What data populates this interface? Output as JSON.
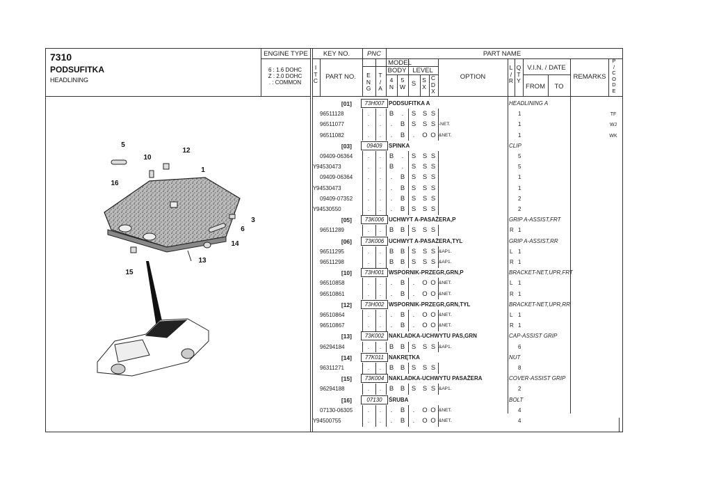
{
  "header": {
    "code": "7310",
    "title": "PODSUFITKA",
    "subtitle": "HEADLINING",
    "engine_type_label": "ENGINE TYPE",
    "engine_types": [
      "6 : 1.6 DOHC",
      "Z : 2.0 DOHC",
      ". : COMMON"
    ]
  },
  "columns": {
    "key_no": "KEY NO.",
    "pnc": "PNC",
    "part_name": "PART NAME",
    "itc": [
      "I",
      "T",
      "C"
    ],
    "part_no": "PART NO.",
    "model": "MODEL",
    "eng": [
      "E",
      "N",
      "G"
    ],
    "ta": [
      "T",
      "/",
      "A"
    ],
    "body": "BODY",
    "level": "LEVEL",
    "n4": [
      "4",
      "N"
    ],
    "w5": [
      "5",
      "W"
    ],
    "s": "S",
    "sx": [
      "S",
      "X"
    ],
    "cdx": [
      "C",
      "D",
      "X"
    ],
    "option": "OPTION",
    "lr": [
      "L",
      "/",
      "R"
    ],
    "qty": [
      "Q",
      "T",
      "Y"
    ],
    "vin_date": "V.I.N. / DATE",
    "from": "FROM",
    "to": "TO",
    "remarks": "REMARKS",
    "pcode": [
      "P",
      "/",
      "C",
      "O",
      "D",
      "E"
    ]
  },
  "rows": [
    {
      "type": "group",
      "key": "[01]",
      "pnc": "73H007",
      "name": "PODSUFITKA A",
      "english": "HEADLINING A"
    },
    {
      "type": "part",
      "itc": "",
      "part_no": "96511128",
      "eng": ".",
      "ta": ".",
      "n4": "B",
      "w5": ".",
      "s": "S",
      "sx": "S",
      "cdx": "S",
      "option": "",
      "lr": "",
      "qty": "1",
      "pcode": "TF"
    },
    {
      "type": "part",
      "itc": "",
      "part_no": "96511077",
      "eng": ".",
      "ta": ".",
      "n4": ".",
      "w5": "B",
      "s": "S",
      "sx": "S",
      "cdx": "S",
      "option": "-NET.",
      "lr": "",
      "qty": "1",
      "pcode": "WJ"
    },
    {
      "type": "part",
      "itc": "",
      "part_no": "96511082",
      "eng": ".",
      "ta": ".",
      "n4": ".",
      "w5": "B",
      "s": ".",
      "sx": "O",
      "cdx": "O",
      "option": "&NET.",
      "lr": "",
      "qty": "1",
      "pcode": "WK"
    },
    {
      "type": "group",
      "key": "[03]",
      "pnc": "09409",
      "name": "SPINKA",
      "english": "CLIP"
    },
    {
      "type": "part",
      "itc": "",
      "part_no": "09409-06364",
      "eng": ".",
      "ta": ".",
      "n4": "B",
      "w5": ".",
      "s": "S",
      "sx": "S",
      "cdx": "S",
      "option": "",
      "lr": "",
      "qty": "5",
      "pcode": ""
    },
    {
      "type": "part",
      "itc": "Y",
      "part_no": "94530473",
      "eng": ".",
      "ta": ".",
      "n4": "B",
      "w5": ".",
      "s": "S",
      "sx": "S",
      "cdx": "S",
      "option": "",
      "lr": "",
      "qty": "5",
      "pcode": ""
    },
    {
      "type": "part",
      "itc": "",
      "part_no": "09409-06364",
      "eng": ".",
      "ta": ".",
      "n4": ".",
      "w5": "B",
      "s": "S",
      "sx": "S",
      "cdx": "S",
      "option": "",
      "lr": "",
      "qty": "1",
      "pcode": ""
    },
    {
      "type": "part",
      "itc": "Y",
      "part_no": "94530473",
      "eng": ".",
      "ta": ".",
      "n4": ".",
      "w5": "B",
      "s": "S",
      "sx": "S",
      "cdx": "S",
      "option": "",
      "lr": "",
      "qty": "1",
      "pcode": ""
    },
    {
      "type": "part",
      "itc": "",
      "part_no": "09409-07352",
      "eng": ".",
      "ta": ".",
      "n4": ".",
      "w5": "B",
      "s": "S",
      "sx": "S",
      "cdx": "S",
      "option": "",
      "lr": "",
      "qty": "2",
      "pcode": ""
    },
    {
      "type": "part",
      "itc": "Y",
      "part_no": "94530550",
      "eng": ".",
      "ta": ".",
      "n4": ".",
      "w5": "B",
      "s": "S",
      "sx": "S",
      "cdx": "S",
      "option": "",
      "lr": "",
      "qty": "2",
      "pcode": ""
    },
    {
      "type": "group",
      "key": "[05]",
      "pnc": "73K006",
      "name": "UCHWYT A-PASAŻERA,P",
      "english": "GRIP A-ASSIST,FRT"
    },
    {
      "type": "part",
      "itc": "",
      "part_no": "96511289",
      "eng": ".",
      "ta": ".",
      "n4": "B",
      "w5": "B",
      "s": "S",
      "sx": "S",
      "cdx": "S",
      "option": "",
      "lr": "R",
      "qty": "1",
      "pcode": ""
    },
    {
      "type": "group",
      "key": "[06]",
      "pnc": "73K006",
      "name": "UCHWYT A-PASAŻERA,TYL",
      "english": "GRIP A-ASSIST,RR"
    },
    {
      "type": "part",
      "itc": "",
      "part_no": "96511295",
      "eng": ".",
      "ta": ".",
      "n4": "B",
      "w5": "B",
      "s": "S",
      "sx": "S",
      "cdx": "S",
      "option": "&AP1.",
      "lr": "L",
      "qty": "1",
      "pcode": ""
    },
    {
      "type": "part",
      "itc": "",
      "part_no": "96511298",
      "eng": ".",
      "ta": ".",
      "n4": "B",
      "w5": "B",
      "s": "S",
      "sx": "S",
      "cdx": "S",
      "option": "&AP1.",
      "lr": "R",
      "qty": "1",
      "pcode": ""
    },
    {
      "type": "group",
      "key": "[10]",
      "pnc": "73H001",
      "name": "WSPORNIK-PRZEGR,GRN,P",
      "english": "BRACKET-NET,UPR,FRT"
    },
    {
      "type": "part",
      "itc": "",
      "part_no": "96510858",
      "eng": ".",
      "ta": ".",
      "n4": ".",
      "w5": "B",
      "s": ".",
      "sx": "O",
      "cdx": "O",
      "option": "&NET.",
      "lr": "L",
      "qty": "1",
      "pcode": ""
    },
    {
      "type": "part",
      "itc": "",
      "part_no": "96510861",
      "eng": ".",
      "ta": ".",
      "n4": ".",
      "w5": "B",
      "s": ".",
      "sx": "O",
      "cdx": "O",
      "option": "&NET.",
      "lr": "R",
      "qty": "1",
      "pcode": ""
    },
    {
      "type": "group",
      "key": "[12]",
      "pnc": "73H002",
      "name": "WSPORNIK-PRZEGR,GRN,TYL",
      "english": "BRACKET-NET,UPR,RR"
    },
    {
      "type": "part",
      "itc": "",
      "part_no": "96510864",
      "eng": ".",
      "ta": ".",
      "n4": ".",
      "w5": "B",
      "s": ".",
      "sx": "O",
      "cdx": "O",
      "option": "&NET.",
      "lr": "L",
      "qty": "1",
      "pcode": ""
    },
    {
      "type": "part",
      "itc": "",
      "part_no": "96510867",
      "eng": ".",
      "ta": ".",
      "n4": ".",
      "w5": "B",
      "s": ".",
      "sx": "O",
      "cdx": "O",
      "option": "&NET.",
      "lr": "R",
      "qty": "1",
      "pcode": ""
    },
    {
      "type": "group",
      "key": "[13]",
      "pnc": "73K002",
      "name": "NAKLADKA-UCHWYTU PAS,GRN",
      "english": "CAP-ASSIST GRIP"
    },
    {
      "type": "part",
      "itc": "",
      "part_no": "96294184",
      "eng": ".",
      "ta": ".",
      "n4": "B",
      "w5": "B",
      "s": "S",
      "sx": "S",
      "cdx": "S",
      "option": "&AP1.",
      "lr": "",
      "qty": "6",
      "pcode": ""
    },
    {
      "type": "group",
      "key": "[14]",
      "pnc": "77K011",
      "name": "NAKRĘTKA",
      "english": "NUT"
    },
    {
      "type": "part",
      "itc": "",
      "part_no": "96311271",
      "eng": ".",
      "ta": ".",
      "n4": "B",
      "w5": "B",
      "s": "S",
      "sx": "S",
      "cdx": "S",
      "option": "",
      "lr": "",
      "qty": "8",
      "pcode": ""
    },
    {
      "type": "group",
      "key": "[15]",
      "pnc": "73K004",
      "name": "NAKLADKA-UCHWYTU PASAŻERA",
      "english": "COVER-ASSIST GRIP"
    },
    {
      "type": "part",
      "itc": "",
      "part_no": "96294188",
      "eng": ".",
      "ta": ".",
      "n4": "B",
      "w5": "B",
      "s": "S",
      "sx": "S",
      "cdx": "S",
      "option": "&AP1.",
      "lr": "",
      "qty": "2",
      "pcode": ""
    },
    {
      "type": "group",
      "key": "[16]",
      "pnc": "07130",
      "name": "ŚRUBA",
      "english": "BOLT"
    },
    {
      "type": "part",
      "itc": "",
      "part_no": "07130-06305",
      "eng": ".",
      "ta": ".",
      "n4": ".",
      "w5": "B",
      "s": ".",
      "sx": "O",
      "cdx": "O",
      "option": "&NET.",
      "lr": "",
      "qty": "4",
      "pcode": ""
    },
    {
      "type": "part",
      "itc": "Y",
      "part_no": "94500755",
      "eng": ".",
      "ta": ".",
      "n4": ".",
      "w5": "B",
      "s": ".",
      "sx": "O",
      "cdx": "O",
      "option": "&NET.",
      "lr": "",
      "qty": "4",
      "pcode": ""
    }
  ],
  "diagram": {
    "callouts": [
      "5",
      "12",
      "10",
      "1",
      "16",
      "3",
      "6",
      "14",
      "13",
      "15"
    ]
  }
}
